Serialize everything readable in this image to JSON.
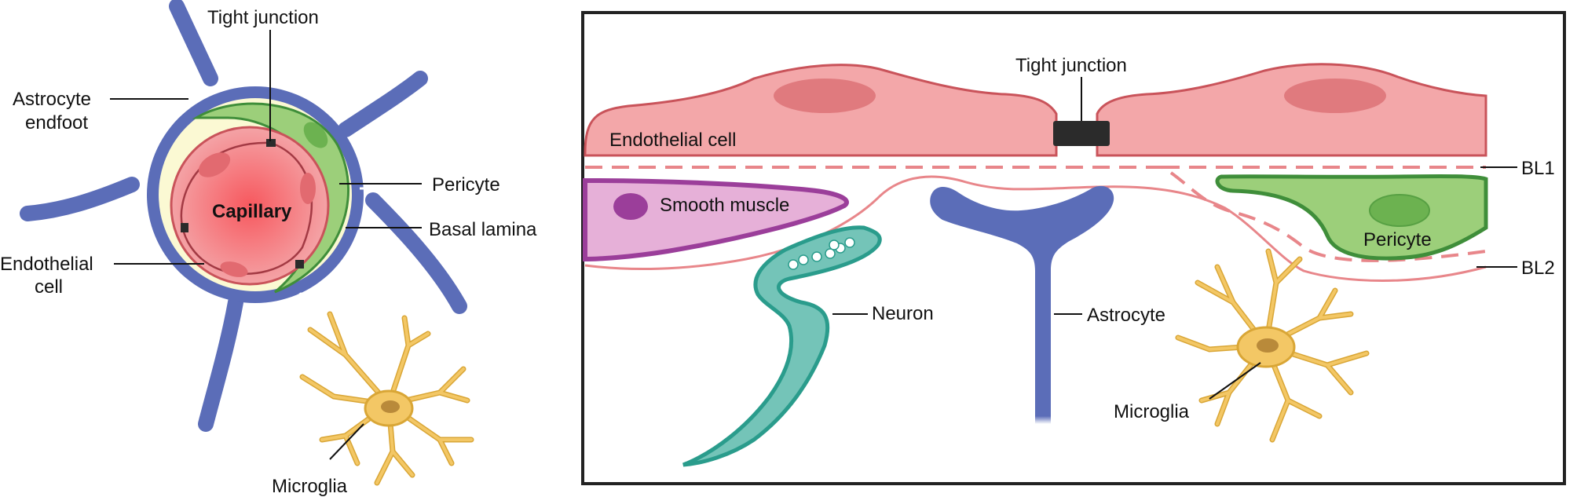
{
  "left_panel": {
    "labels": {
      "tight_junction": "Tight junction",
      "astrocyte_endfoot_line1": "Astrocyte",
      "astrocyte_endfoot_line2": "endfoot",
      "pericyte": "Pericyte",
      "capillary": "Capillary",
      "basal_lamina": "Basal lamina",
      "endothelial_line1": "Endothelial",
      "endothelial_line2": "cell",
      "microglia": "Microglia"
    }
  },
  "right_panel": {
    "labels": {
      "tight_junction": "Tight junction",
      "endothelial_cell": "Endothelial cell",
      "bl1": "BL1",
      "smooth_muscle": "Smooth muscle",
      "pericyte": "Pericyte",
      "bl2": "BL2",
      "neuron": "Neuron",
      "astrocyte": "Astrocyte",
      "microglia": "Microglia"
    }
  },
  "colors": {
    "astrocyte": "#5b6db8",
    "endothelial": "#f3a7a9",
    "endothelial_stroke": "#c9535a",
    "nucleus": "#e07a7e",
    "pericyte": "#9ccf7a",
    "pericyte_stroke": "#3f8e3a",
    "basal_lamina": "#fbf9d3",
    "smooth_muscle": "#e6b0d8",
    "smooth_muscle_stroke": "#9b3e9a",
    "neuron": "#74c4b8",
    "neuron_stroke": "#2a9c8c",
    "microglia": "#f3c765",
    "microglia_stroke": "#d9a636",
    "junction": "#2b2b2b"
  }
}
